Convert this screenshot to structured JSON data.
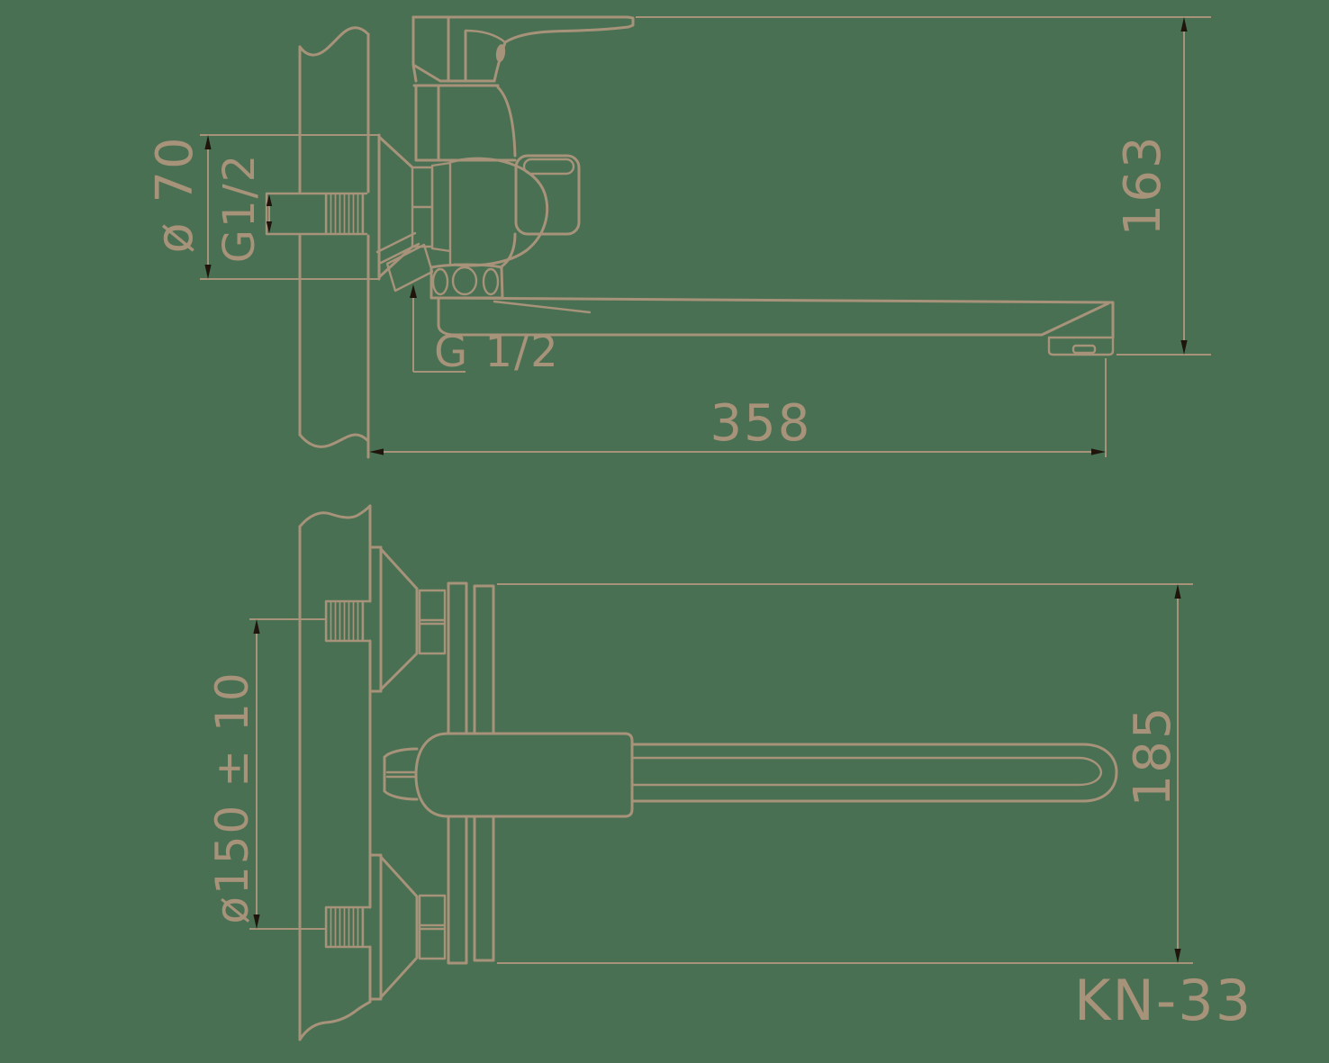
{
  "colors": {
    "background": "#497052",
    "line": "#a7927a",
    "arrow": "#1f150c"
  },
  "model": "KN-33",
  "side_view": {
    "labels": {
      "flange_diameter": "ø 70",
      "wall_thread": "G1/2",
      "spout_thread": "G 1/2",
      "height": "163",
      "reach": "358"
    }
  },
  "plan_view": {
    "labels": {
      "mount_centers": "ø150 ± 10",
      "body_length": "185"
    }
  }
}
